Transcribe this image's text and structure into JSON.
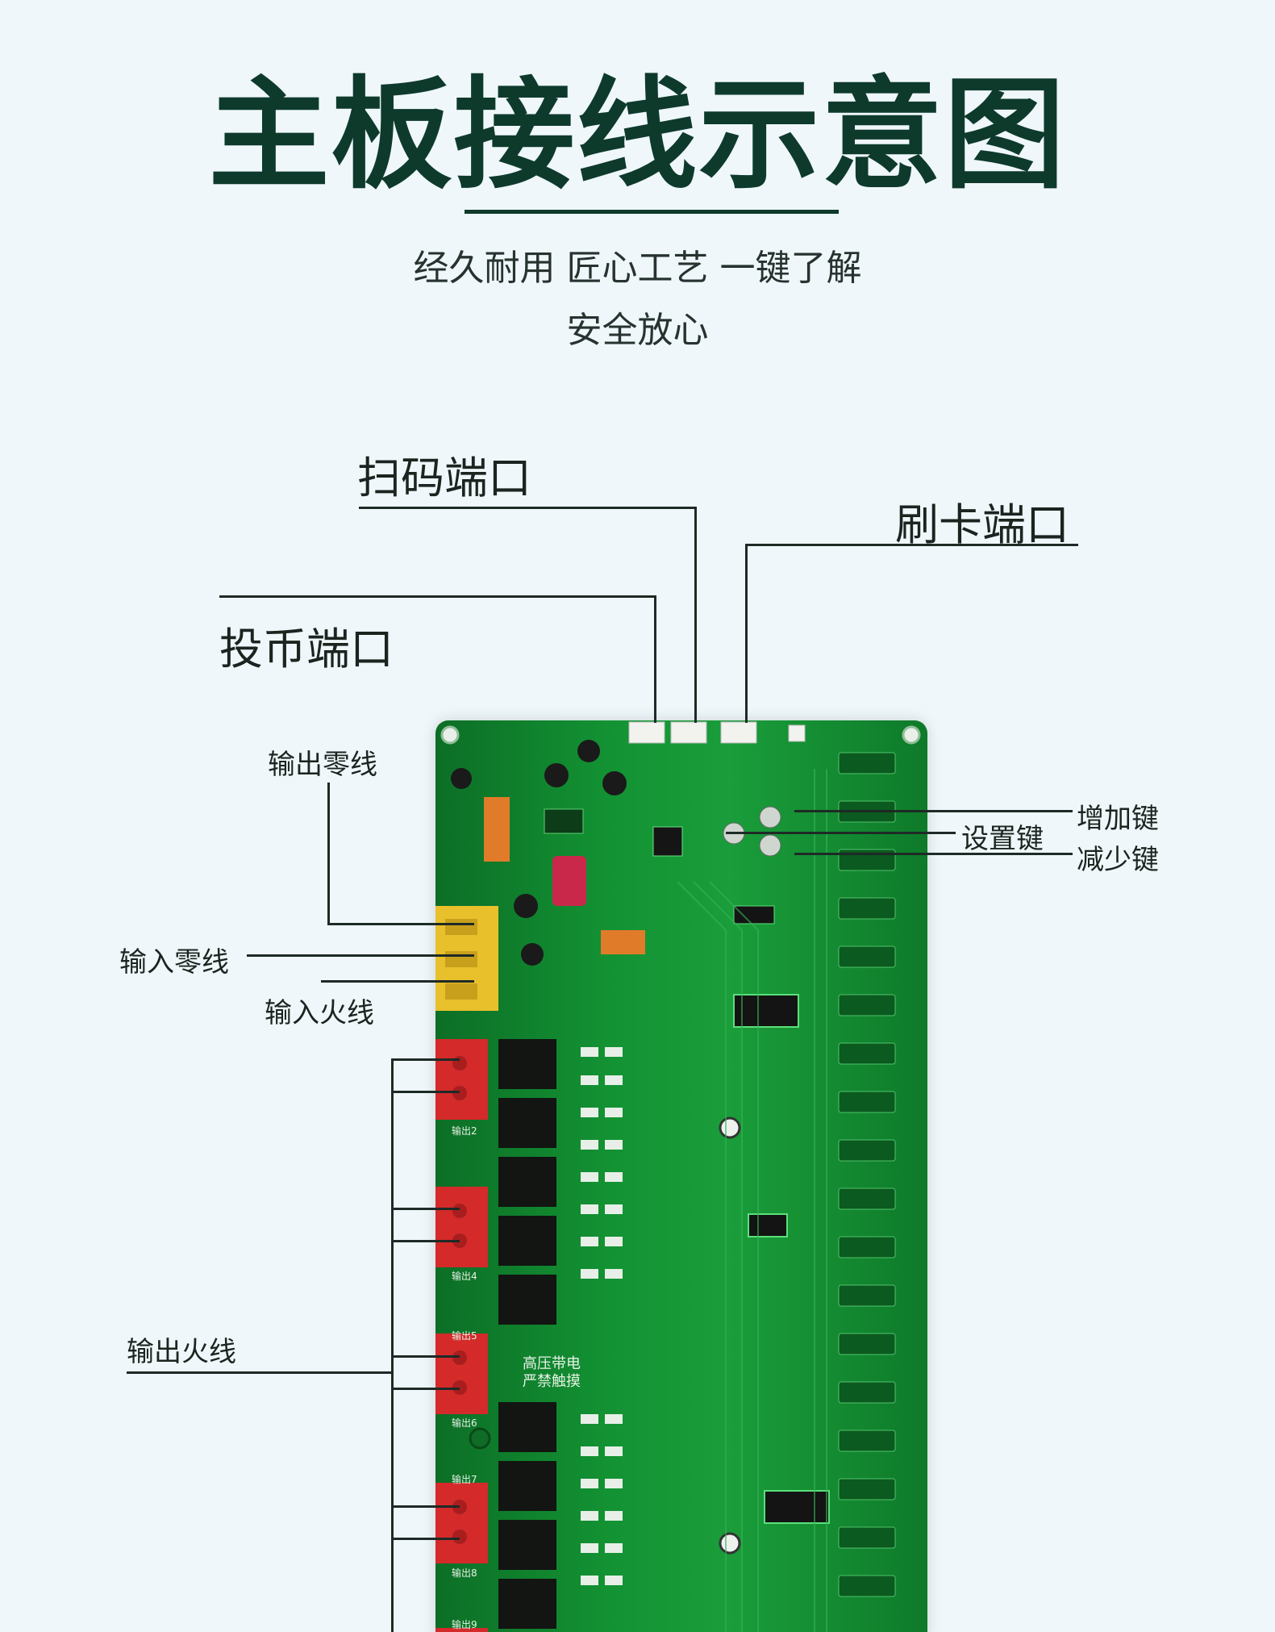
{
  "header": {
    "title": "主板接线示意图",
    "subtitle_line1": "经久耐用 匠心工艺 一键了解",
    "subtitle_line2": "安全放心"
  },
  "labels": {
    "qr_port": "扫码端口",
    "card_port": "刷卡端口",
    "coin_port": "投币端口",
    "output_neutral": "输出零线",
    "input_neutral": "输入零线",
    "input_live": "输入火线",
    "output_live": "输出火线",
    "key_increase": "增加键",
    "key_set": "设置键",
    "key_decrease": "减少键"
  },
  "board_print": {
    "warning_line1": "高压带电",
    "warning_line2": "严禁触摸",
    "output_tags": [
      "输出2",
      "输出4",
      "输出5",
      "输出6",
      "输出7",
      "输出8",
      "输出9"
    ]
  },
  "colors": {
    "title": "#0e3a2c",
    "board_green": "#139233",
    "terminal_red": "#d42a2a",
    "terminal_yellow": "#e8c02c",
    "background": "#eff7fa"
  }
}
